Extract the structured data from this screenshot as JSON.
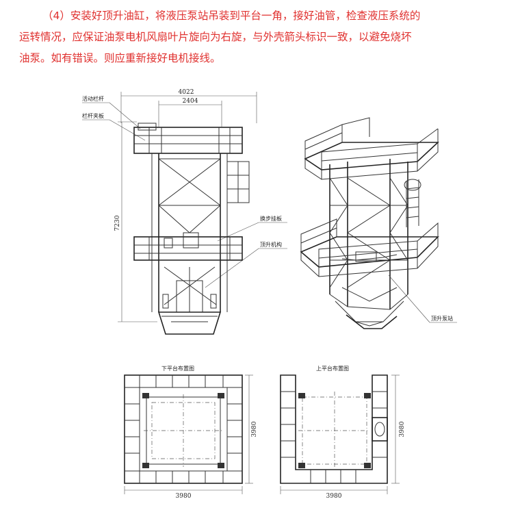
{
  "paragraph": {
    "line1": "（4）安装好顶升油缸，将液压泵站吊装到平台一角，接好油管，检查液压系统的",
    "line2": "运转情况，应保证油泵电机风扇叶片旋向为右旋，与外壳箭头标识一致，以避免烧坏",
    "line3": "油泵。如有错误。则应重新接好电机接线。"
  },
  "side_view": {
    "dim_total_width": "4022",
    "dim_inner_width": "2404",
    "dim_height": "7230",
    "label_movable_railing": "活动栏杆",
    "label_railing_clamp": "栏杆夹板",
    "label_step_hanger": "换步挂板",
    "label_jacking_mechanism": "顶升机构"
  },
  "iso_view": {
    "label_pump_station": "顶升泵站"
  },
  "lower_platform": {
    "title": "下平台布置图",
    "dim_width": "3980",
    "dim_depth": "3980"
  },
  "upper_platform": {
    "title": "上平台布置图",
    "dim_width": "3980",
    "dim_depth": "3980"
  },
  "colors": {
    "text_red": "#e0312f",
    "line_dark": "#333333"
  }
}
